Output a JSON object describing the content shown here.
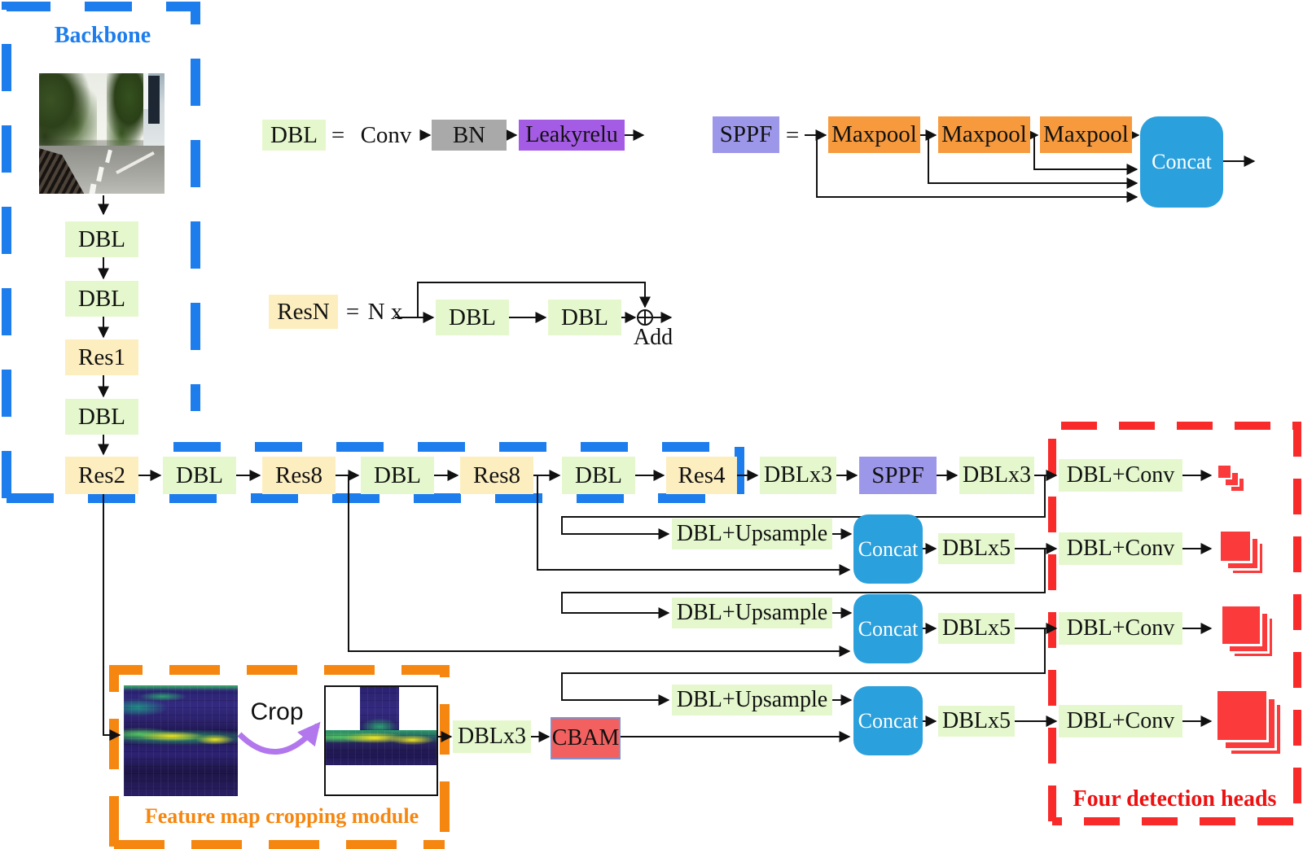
{
  "colors": {
    "blue": "#1d7ded",
    "red": "#f92a2a",
    "red_icon": "#fb3b3b",
    "red_text": "#ee1111",
    "orange": "#f5860f",
    "green_box": "#e5f8cd",
    "tan_box": "#fdeebf",
    "purple_box": "#9d97ea",
    "violet_box": "#a55ce4",
    "gray_box": "#a9a9a9",
    "orange_box": "#f79a3d",
    "concat_blue": "#2aa0dc",
    "cbam_fill": "#f2615f",
    "cbam_border": "#8092cc",
    "arrow_purple": "#b277ec"
  },
  "labels": {
    "backbone": "Backbone",
    "four_heads": "Four detection heads",
    "cropping_module": "Feature map cropping module",
    "crop": "Crop",
    "equals": "=",
    "conv": "Conv",
    "nx": "N x",
    "add": "Add"
  },
  "legend": {
    "dbl": "DBL",
    "bn": "BN",
    "leakyrelu": "Leakyrelu",
    "sppf": "SPPF",
    "maxpool": "Maxpool",
    "concat": "Concat",
    "resn": "ResN",
    "res_dbl1": "DBL",
    "res_dbl2": "DBL"
  },
  "backbone_nodes": {
    "dbl1": "DBL",
    "dbl2": "DBL",
    "res1": "Res1",
    "dbl3": "DBL",
    "res2": "Res2"
  },
  "chain_nodes": {
    "dbl1": "DBL",
    "res8a": "Res8",
    "dbl2": "DBL",
    "res8b": "Res8",
    "dbl3": "DBL",
    "res4": "Res4",
    "dblx3a": "DBLx3",
    "sppf": "SPPF",
    "dblx3b": "DBLx3",
    "conv1": "DBL+Conv"
  },
  "neck": {
    "row2": {
      "up": "DBL+Upsample",
      "concat": "Concat",
      "dblx5": "DBLx5",
      "conv": "DBL+Conv"
    },
    "row3": {
      "up": "DBL+Upsample",
      "concat": "Concat",
      "dblx5": "DBLx5",
      "conv": "DBL+Conv"
    },
    "row4": {
      "up": "DBL+Upsample",
      "concat": "Concat",
      "dblx5": "DBLx5",
      "conv": "DBL+Conv"
    }
  },
  "cropping": {
    "dblx3": "DBLx3",
    "cbam": "CBAM"
  }
}
